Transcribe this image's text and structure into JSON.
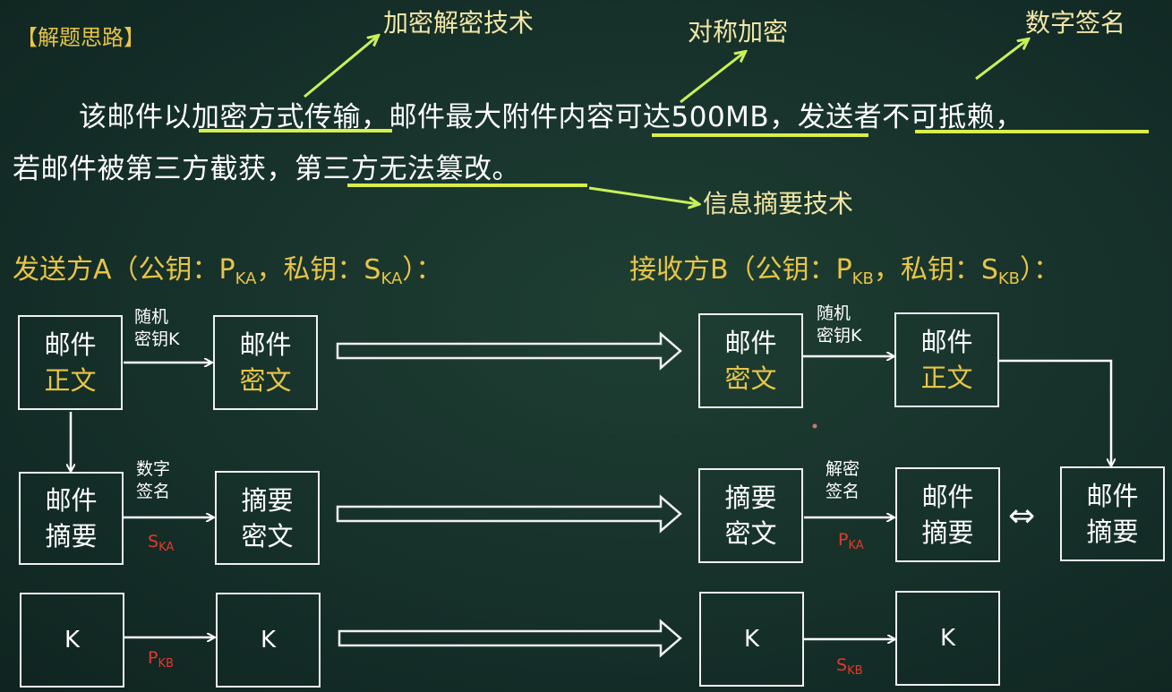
{
  "heading": "【解题思路】",
  "annotations": {
    "encrypt": "加密解密技术",
    "symmetric": "对称加密",
    "signature": "数字签名",
    "digest": "信息摘要技术"
  },
  "paragraph": {
    "line1": [
      {
        "text": "该邮件以"
      },
      {
        "text": "加密方式传输"
      },
      {
        "text": "，邮件最大附件"
      },
      {
        "text": "内容可达500MB"
      },
      {
        "text": "，"
      },
      {
        "text": "发送者不可抵赖"
      },
      {
        "text": "，"
      }
    ],
    "line2": [
      {
        "text": "若邮件被第三方截获，"
      },
      {
        "text": "第三方无法篡改"
      },
      {
        "text": "。"
      }
    ]
  },
  "sender": {
    "prefix": "发送方A（公钥：P",
    "pub_sub": "KA",
    "mid": "，私钥：S",
    "priv_sub": "KA",
    "suffix": "）："
  },
  "receiver": {
    "prefix": "接收方B（公钥：P",
    "pub_sub": "KB",
    "mid": "，私钥：S",
    "priv_sub": "KB",
    "suffix": "）："
  },
  "boxes": {
    "a_plain": {
      "top": "邮件",
      "bottom": "正文"
    },
    "a_cipher": {
      "top": "邮件",
      "bottom": "密文"
    },
    "a_digest": {
      "top": "邮件",
      "bottom": "摘要"
    },
    "a_digest_cipher": {
      "top": "摘要",
      "bottom": "密文"
    },
    "a_k": {
      "text": "K"
    },
    "a_k_enc": {
      "text": "K"
    },
    "b_cipher": {
      "top": "邮件",
      "bottom": "密文"
    },
    "b_plain": {
      "top": "邮件",
      "bottom": "正文"
    },
    "b_digest_cipher": {
      "top": "摘要",
      "bottom": "密文"
    },
    "b_digest": {
      "top": "邮件",
      "bottom": "摘要"
    },
    "b_digest2": {
      "top": "邮件",
      "bottom": "摘要"
    },
    "b_k_enc": {
      "text": "K"
    },
    "b_k": {
      "text": "K"
    }
  },
  "edge_labels": {
    "a_random_key": {
      "line1": "随机",
      "line2": "密钥K"
    },
    "a_sign": {
      "line1": "数字",
      "line2": "签名"
    },
    "b_random_key": {
      "line1": "随机",
      "line2": "密钥K"
    },
    "b_verify": {
      "line1": "解密",
      "line2": "签名"
    }
  },
  "keys": {
    "a_ska": {
      "main": "S",
      "sub": "KA"
    },
    "a_pkb": {
      "main": "P",
      "sub": "KB"
    },
    "b_pka": {
      "main": "P",
      "sub": "KA"
    },
    "b_skb": {
      "main": "S",
      "sub": "KB"
    }
  },
  "compare_symbol": "⇔",
  "colors": {
    "background": "#16302a",
    "highlight": "#e8c547",
    "underline": "#d8ee4a",
    "key_red": "#e23a2c",
    "arrow_green": "#c8f05a"
  }
}
